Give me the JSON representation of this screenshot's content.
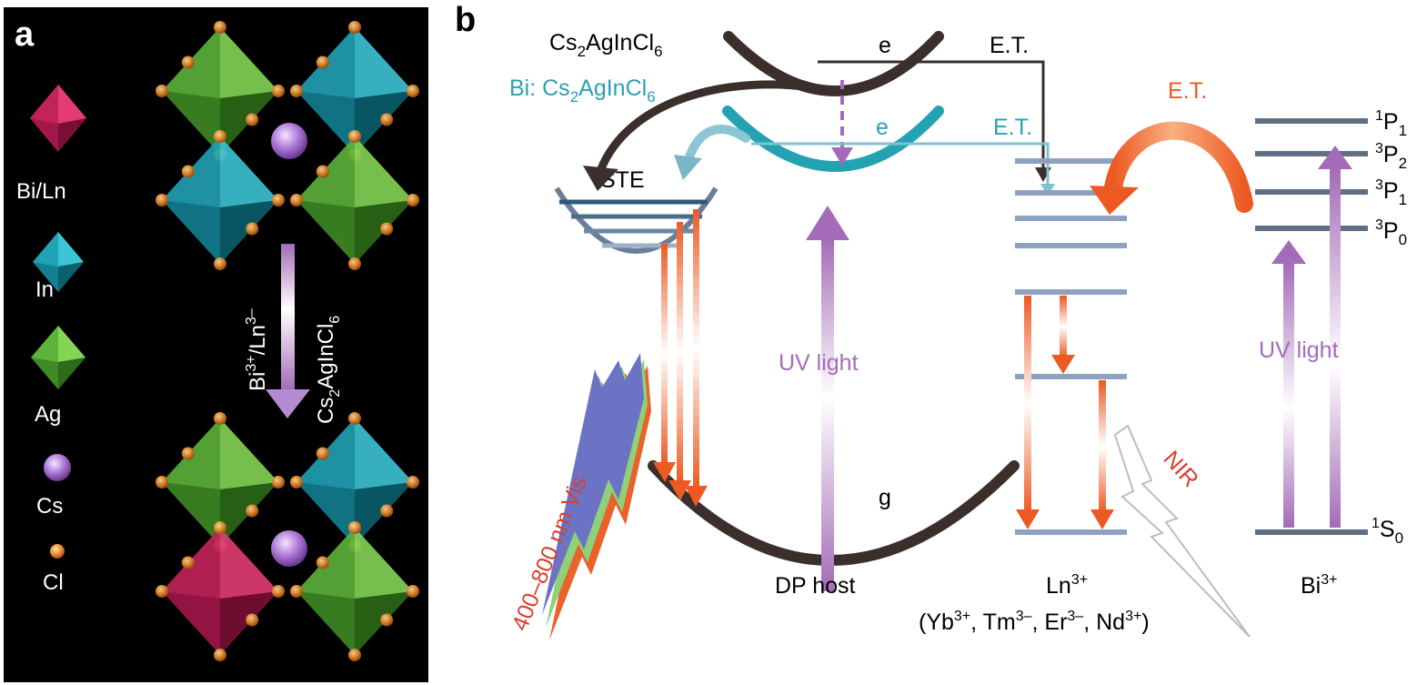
{
  "panels": {
    "a": {
      "letter": "a"
    },
    "b": {
      "letter": "b"
    }
  },
  "legend": {
    "items": [
      {
        "id": "bi-ln",
        "label": "Bi/Ln",
        "shape": "octahedron",
        "color": "#d0215a"
      },
      {
        "id": "in",
        "label": "In",
        "shape": "octahedron",
        "color": "#1fa3b8"
      },
      {
        "id": "ag",
        "label": "Ag",
        "shape": "octahedron",
        "color": "#5db33a"
      },
      {
        "id": "cs",
        "label": "Cs",
        "shape": "sphere",
        "color": "#a66bd0"
      },
      {
        "id": "cl",
        "label": "Cl",
        "shape": "sphere",
        "color": "#f08a2a"
      }
    ]
  },
  "doping_arrow": {
    "ion_parts": {
      "a": "Bi",
      "a_sup": "3+",
      "sep": "/Ln",
      "b_sup": "3–"
    },
    "host_parts": {
      "a": "Cs",
      "a_sub": "2",
      "b": "AgInCl",
      "b_sub": "6"
    }
  },
  "diagram": {
    "host_label": {
      "a": "Cs",
      "a_sub": "2",
      "b": "AgInCl",
      "b_sub": "6"
    },
    "doped_host_label": {
      "prefix": "Bi: Cs",
      "a_sub": "2",
      "b": "AgInCl",
      "b_sub": "6"
    },
    "e_top": "e",
    "e_mid": "e",
    "g": "g",
    "et_black": "E.T.",
    "et_teal": "E.T.",
    "et_orange": "E.T.",
    "ste": "STE",
    "uv_left": "UV light",
    "uv_right": "UV light",
    "vis": "400–800 nm Vis",
    "nir": "NIR",
    "dp_host": "DP host",
    "ln_label": {
      "a": "Ln",
      "a_sup": "3+"
    },
    "ln_list": {
      "p1": "(Yb",
      "s1": "3+",
      "p2": ", Tm",
      "s2": "3–",
      "p3": ", Er",
      "s3": "3–",
      "p4": ", Nd",
      "s4": "3+",
      "p5": ")"
    },
    "bi_label": {
      "a": "Bi",
      "a_sup": "3+"
    },
    "bi_levels": [
      {
        "id": "1P1",
        "sup": "1",
        "term": "P",
        "sub": "1"
      },
      {
        "id": "3P2",
        "sup": "3",
        "term": "P",
        "sub": "2"
      },
      {
        "id": "3P1",
        "sup": "3",
        "term": "P",
        "sub": "1"
      },
      {
        "id": "3P0",
        "sup": "3",
        "term": "P",
        "sub": "0"
      },
      {
        "id": "1S0",
        "sup": "1",
        "term": "S",
        "sub": "0"
      }
    ]
  },
  "colors": {
    "black_curve": "#3b2f2b",
    "teal": "#23a3b2",
    "purple": "#a46bb8",
    "orange": "#ec5a22",
    "level_gray": "#8fa1c0",
    "bi_level": "#5f6e82",
    "red_text": "#d8402e",
    "teal_text": "#2ba0b4"
  }
}
